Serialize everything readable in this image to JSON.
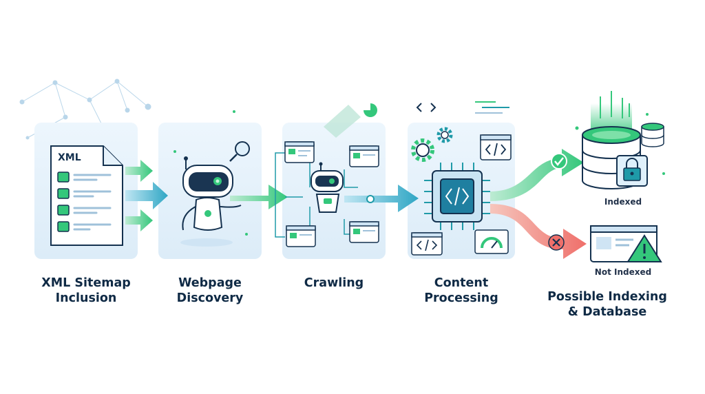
{
  "stages": [
    {
      "id": "sitemap",
      "label_lines": [
        "XML Sitemap",
        "Inclusion"
      ]
    },
    {
      "id": "discovery",
      "label_lines": [
        "Webpage",
        "Discovery"
      ]
    },
    {
      "id": "crawling",
      "label_lines": [
        "Crawling"
      ]
    },
    {
      "id": "processing",
      "label_lines": [
        "Content",
        "Processing"
      ]
    },
    {
      "id": "indexing",
      "label_lines": [
        "Possible Indexing",
        "& Database"
      ]
    }
  ],
  "document": {
    "badge": "XML"
  },
  "outcomes": {
    "indexed": "Indexed",
    "not_indexed": "Not Indexed"
  },
  "icons": {
    "code": "code-icon",
    "robot": "robot-icon",
    "gear": "gear-icon",
    "chip": "chip-icon",
    "database": "database-icon",
    "lock": "lock-icon",
    "check": "check-icon",
    "cross": "cross-icon",
    "warning": "warning-icon",
    "gauge": "gauge-icon",
    "browser": "browser-window-icon"
  },
  "colors": {
    "panel": "#e4f1fb",
    "teal": "#1f9aa8",
    "green": "#34c77b",
    "navy": "#0f2a45",
    "red": "#ef6f6a"
  }
}
